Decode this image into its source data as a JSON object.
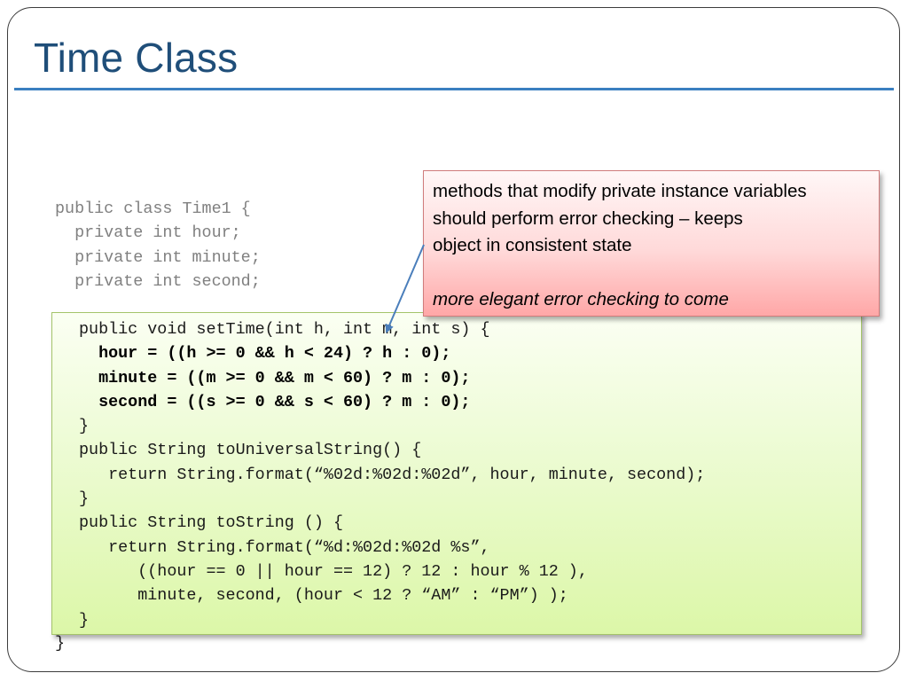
{
  "slide": {
    "title": "Time Class"
  },
  "code": {
    "top_lines": [
      "public class Time1 {",
      "  private int hour;",
      "  private int minute;",
      "  private int second;"
    ],
    "box_lines": [
      {
        "text": "public void setTime(int h, int m, int s) {",
        "bold": false
      },
      {
        "text": "  hour = ((h >= 0 && h < 24) ? h : 0);",
        "bold": true
      },
      {
        "text": "  minute = ((m >= 0 && m < 60) ? m : 0);",
        "bold": true
      },
      {
        "text": "  second = ((s >= 0 && s < 60) ? m : 0);",
        "bold": true
      },
      {
        "text": "}",
        "bold": false
      },
      {
        "text": "public String toUniversalString() {",
        "bold": false
      },
      {
        "text": "   return String.format(“%02d:%02d:%02d”, hour, minute, second);",
        "bold": false
      },
      {
        "text": "}",
        "bold": false
      },
      {
        "text": "public String toString () {",
        "bold": false
      },
      {
        "text": "   return String.format(“%d:%02d:%02d %s”,",
        "bold": false
      },
      {
        "text": "      ((hour == 0 || hour == 12) ? 12 : hour % 12 ),",
        "bold": false
      },
      {
        "text": "      minute, second, (hour < 12 ? “AM” : “PM”) );",
        "bold": false
      },
      {
        "text": "}",
        "bold": false
      }
    ],
    "closing_brace": "}"
  },
  "callout": {
    "lines": [
      "methods that modify private instance variables",
      "should perform error checking – keeps",
      "object in consistent state"
    ],
    "note": "more elegant error checking to come"
  },
  "colors": {
    "title": "#1f4e79",
    "rule": "#3a7fc0",
    "arrow": "#4a7ebb"
  }
}
